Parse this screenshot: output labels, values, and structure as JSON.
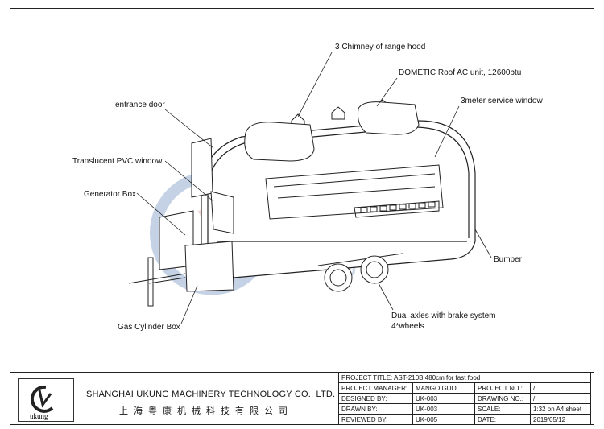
{
  "callouts": {
    "chimney": "3 Chimney of range hood",
    "ac_unit": "DOMETIC Roof AC unit, 12600btu",
    "entrance_door": "entrance door",
    "service_window": "3meter service window",
    "pvc_window": "Translucent PVC window",
    "generator_box": "Generator Box",
    "bumper": "Bumper",
    "axles_line1": "Dual axles with brake system",
    "axles_line2": "4*wheels",
    "gas_box": "Gas Cylinder Box"
  },
  "watermark": "ukung",
  "company": {
    "name_en": "SHANGHAI UKUNG MACHINERY TECHNOLOGY CO., LTD.",
    "name_cn": "上海粤康机械科技有限公司",
    "logo_text": "ukung"
  },
  "title_block": {
    "project_title": "PROJECT TITLE: AST-210B 480cm for fast food",
    "project_manager_label": "PROJECT MANAGER:",
    "project_manager": "MANGO GUO",
    "project_no_label": "PROJECT NO.:",
    "project_no": "/",
    "designed_by_label": "DESIGNED BY:",
    "designed_by": "UK-003",
    "drawing_no_label": "DRAWING NO.:",
    "drawing_no": "/",
    "drawn_by_label": "DRAWN BY:",
    "drawn_by": "UK-003",
    "scale_label": "SCALE:",
    "scale": "1:32 on A4 sheet",
    "reviewed_by_label": "REVIEWED BY:",
    "reviewed_by": "UK-005",
    "date_label": "DATE:",
    "date": "2019/05/12"
  }
}
